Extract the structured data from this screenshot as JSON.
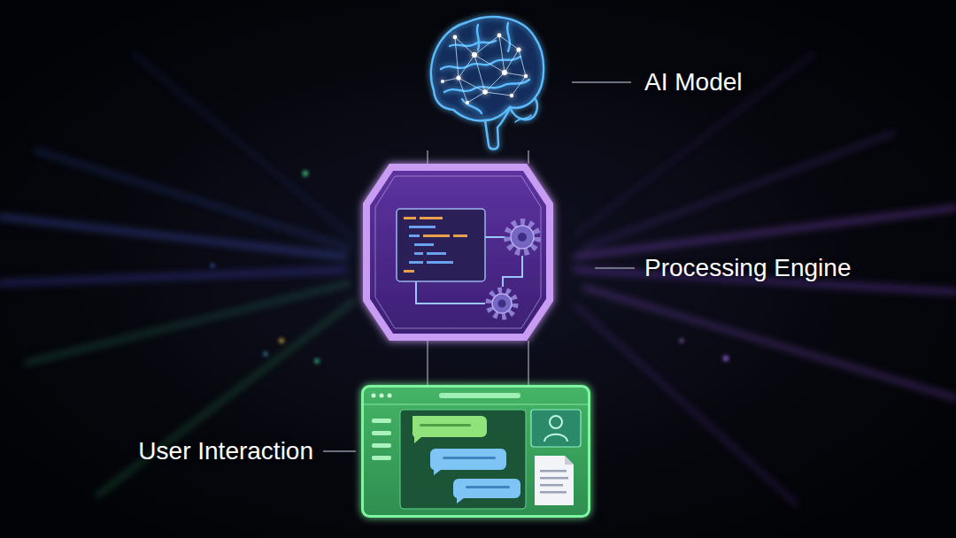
{
  "diagram": {
    "nodes": [
      {
        "text": [
          "AI Model"
        ]
      },
      {
        "text": [
          "Processing Engine"
        ]
      },
      {
        "text": [
          "User Interaction"
        ]
      }
    ],
    "edges": [
      {
        "from": 0,
        "to": 1,
        "arrow": "none"
      },
      {
        "from": 0,
        "to": 1,
        "arrow": "none"
      },
      {
        "from": 1,
        "to": 2,
        "arrow": "none"
      },
      {
        "from": 1,
        "to": 2,
        "arrow": "none"
      }
    ]
  }
}
